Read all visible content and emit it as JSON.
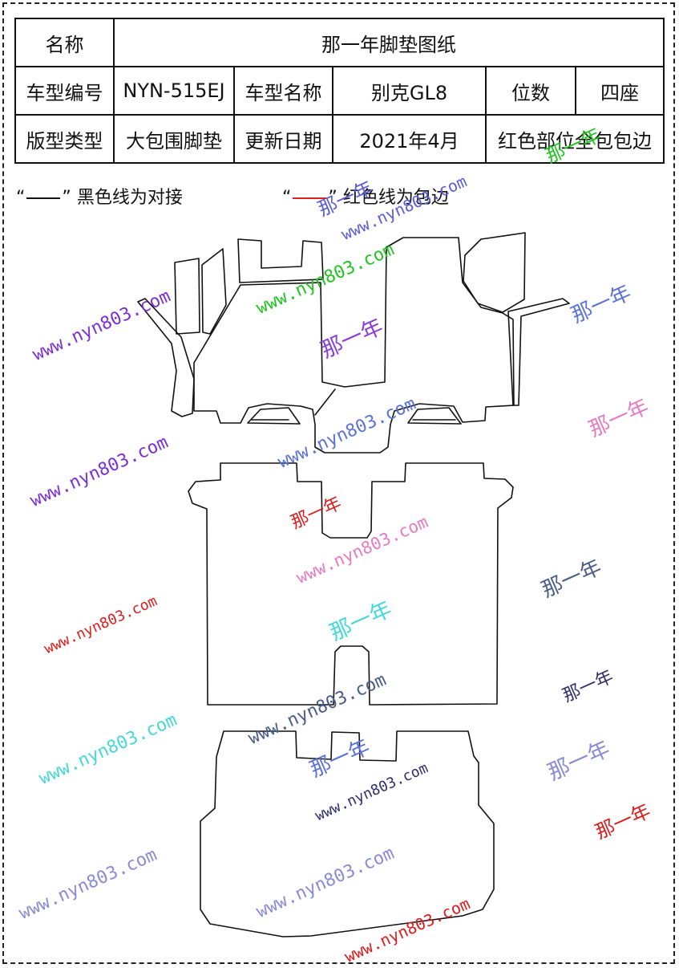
{
  "table": {
    "row1": {
      "label": "名称",
      "title": "那一年脚垫图纸"
    },
    "row2": {
      "model_code_label": "车型编号",
      "model_code": "NYN-515EJ",
      "model_name_label": "车型名称",
      "model_name": "别克GL8",
      "seats_label": "位数",
      "seats": "四座"
    },
    "row3": {
      "type_label": "版型类型",
      "type": "大包围脚垫",
      "date_label": "更新日期",
      "date": "2021年4月",
      "note": "红色部位全包包边"
    }
  },
  "legend": {
    "black_quote_open": "“",
    "black_quote_close": "”",
    "black_text": "黑色线为对接",
    "red_quote_open": "“",
    "red_quote_close": "”",
    "red_text": "红色线为包边",
    "line_color_black": "#111111",
    "line_color_red": "#e0201b"
  },
  "watermarks": {
    "url": "www.nyn803.com",
    "brand": "那一年",
    "colors": [
      "#7b2fd6",
      "#21c421",
      "#5b72d8",
      "#e77ac4",
      "#e01b1b",
      "#44d8d6",
      "#4a5c88",
      "#8a8ad8"
    ]
  }
}
